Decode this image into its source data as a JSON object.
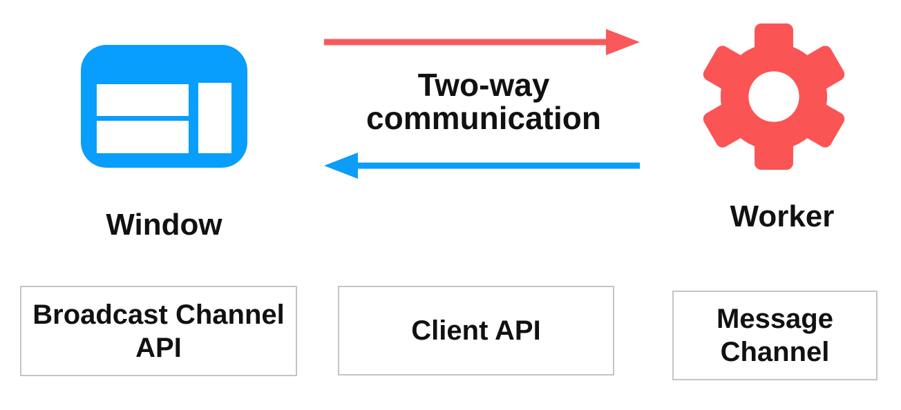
{
  "colors": {
    "window_blue": "#089EFD",
    "worker_red": "#FB5455",
    "arrow_red": "#F9595B",
    "arrow_blue": "#0C9DF8",
    "box_border": "#C4C4C4",
    "text": "#111111",
    "background": "#FFFFFF"
  },
  "nodes": {
    "window": {
      "icon": "browser-window-icon",
      "label": "Window"
    },
    "worker": {
      "icon": "gear-icon",
      "label": "Worker"
    }
  },
  "communication": {
    "label": "Two-way communication",
    "lines": [
      "Two-way",
      "communication"
    ],
    "arrows": [
      {
        "icon": "arrow-right-icon",
        "direction": "window-to-worker",
        "color": "#F9595B"
      },
      {
        "icon": "arrow-left-icon",
        "direction": "worker-to-window",
        "color": "#0C9DF8"
      }
    ]
  },
  "api_boxes": [
    {
      "label": "Broadcast Channel API",
      "lines": [
        "Broadcast Channel",
        "API"
      ]
    },
    {
      "label": "Client API",
      "lines": [
        "Client API"
      ]
    },
    {
      "label": "Message Channel",
      "lines": [
        "Message",
        "Channel"
      ]
    }
  ]
}
